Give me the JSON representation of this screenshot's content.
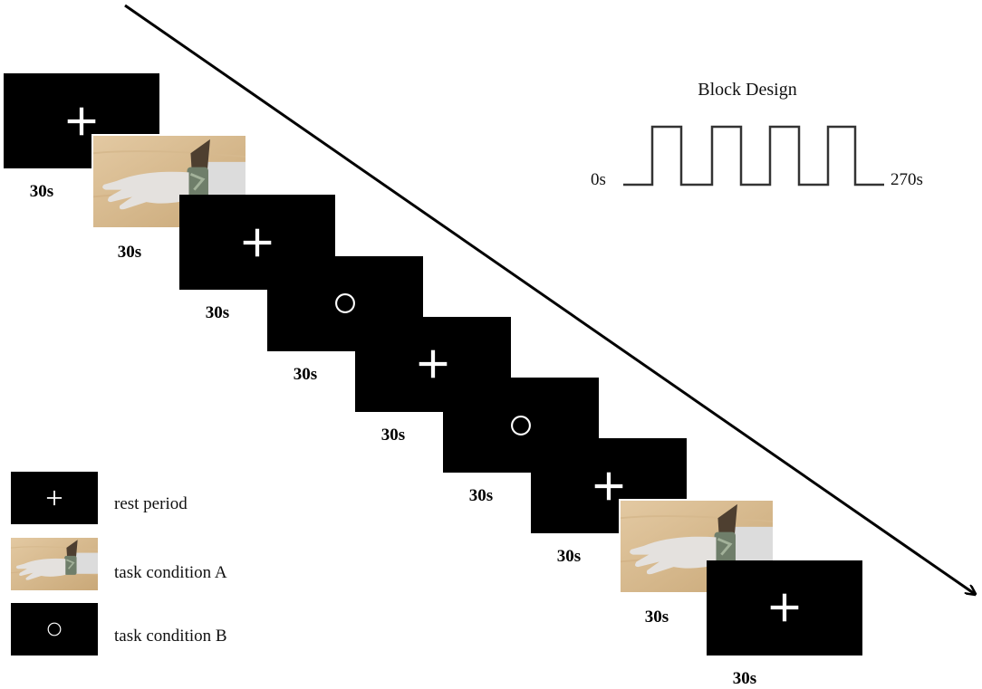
{
  "arrow": {
    "direction": "down-right"
  },
  "block_design": {
    "title": "Block Design",
    "start_label": "0s",
    "end_label": "270s"
  },
  "sequence": [
    {
      "stimulus": "rest",
      "duration": "30s"
    },
    {
      "stimulus": "task-a",
      "duration": "30s"
    },
    {
      "stimulus": "rest",
      "duration": "30s"
    },
    {
      "stimulus": "task-b",
      "duration": "30s"
    },
    {
      "stimulus": "rest",
      "duration": "30s"
    },
    {
      "stimulus": "task-b",
      "duration": "30s"
    },
    {
      "stimulus": "rest",
      "duration": "30s"
    },
    {
      "stimulus": "task-a",
      "duration": "30s"
    },
    {
      "stimulus": "rest",
      "duration": "30s"
    }
  ],
  "legend": [
    {
      "stimulus": "rest",
      "label": "rest period"
    },
    {
      "stimulus": "task-a",
      "label": "task condition A"
    },
    {
      "stimulus": "task-b",
      "label": "task condition B"
    }
  ],
  "colors": {
    "slide_background": "#000000",
    "symbol": "#ffffff",
    "arrow": "#000000",
    "wave": "#333333"
  }
}
